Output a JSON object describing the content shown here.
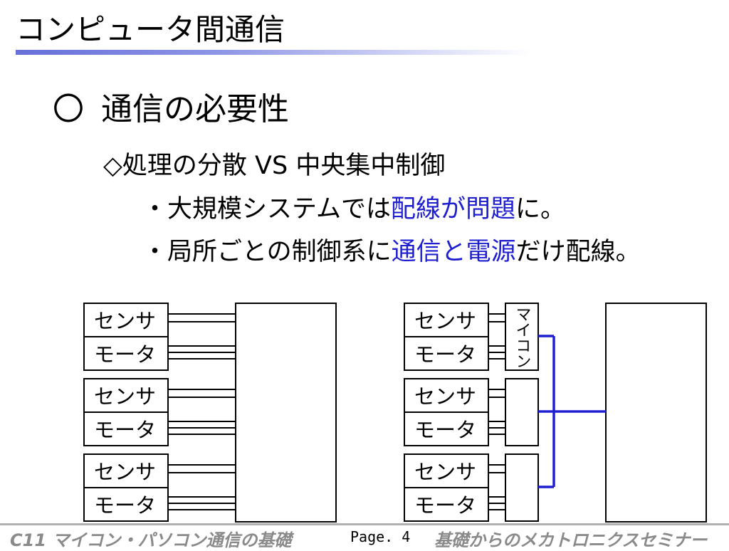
{
  "slide": {
    "title": "コンピュータ間通信",
    "heading_marker": "〇",
    "heading": "通信の必要性",
    "subheading": "◇処理の分散 VS 中央集中制御",
    "bullet1": {
      "prefix": "・大規模システムでは",
      "highlight": "配線が問題",
      "suffix": "に。"
    },
    "bullet2": {
      "prefix": "・局所ごとの制御系に",
      "highlight": "通信と電源",
      "suffix": "だけ配線。"
    }
  },
  "diagram": {
    "sensor_label": "センサ",
    "motor_label": "モータ",
    "microcontroller_label": "マイコン",
    "colors": {
      "line": "#000000",
      "bus": "#1f1fd0"
    }
  },
  "footer": {
    "left": "C11 マイコン・パソコン通信の基礎",
    "page": "Page. 4",
    "right": "基礎からのメカトロニクスセミナー"
  }
}
